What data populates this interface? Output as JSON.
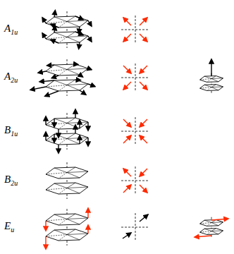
{
  "diagram": {
    "labels": [
      "A1u",
      "A2u",
      "B1u",
      "B2u",
      "Eu"
    ]
  }
}
